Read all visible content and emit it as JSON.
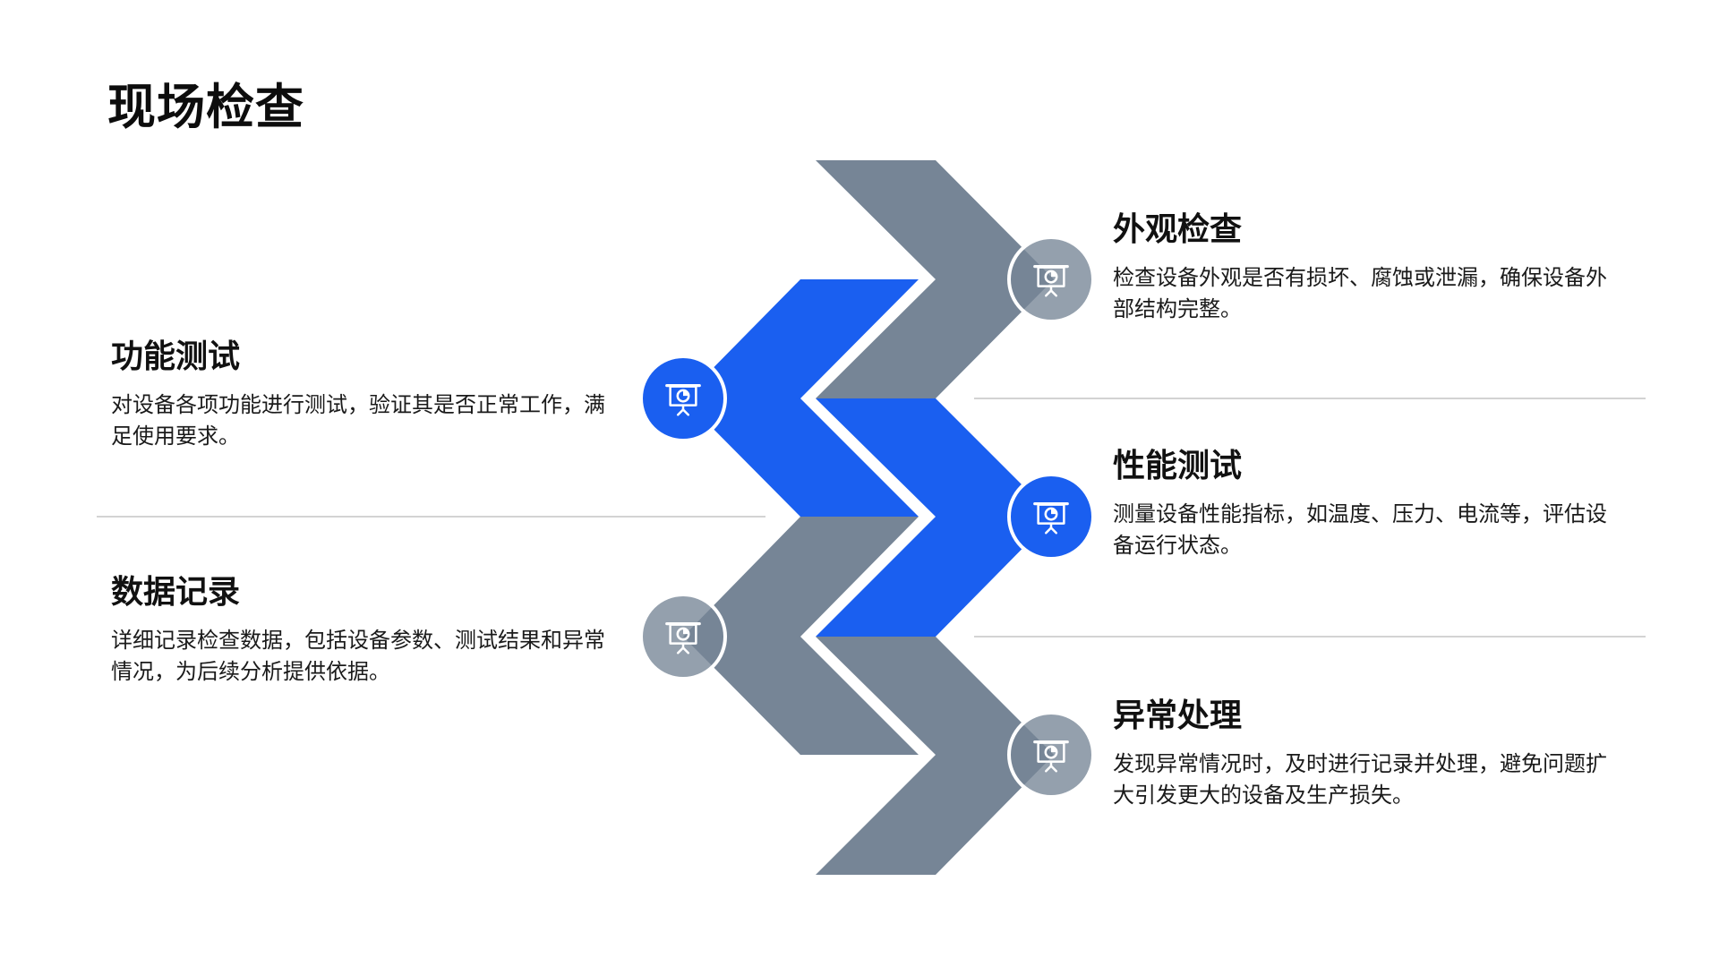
{
  "title": "现场检查",
  "colors": {
    "accent_blue": "#1A5FF0",
    "slate_gray": "#768596",
    "divider": "#D3D3D3"
  },
  "icon": "presentation-board-icon",
  "left": [
    {
      "title": "功能测试",
      "description": "对设备各项功能进行测试，验证其是否正常工作，满足使用要求。"
    },
    {
      "title": "数据记录",
      "description": "详细记录检查数据，包括设备参数、测试结果和异常情况，为后续分析提供依据。"
    }
  ],
  "right": [
    {
      "title": "外观检查",
      "description": "检查设备外观是否有损坏、腐蚀或泄漏，确保设备外部结构完整。"
    },
    {
      "title": "性能测试",
      "description": "测量设备性能指标，如温度、压力、电流等，评估设备运行状态。"
    },
    {
      "title": "异常处理",
      "description": "发现异常情况时，及时进行记录并处理，避免问题扩大引发更大的设备及生产损失。"
    }
  ]
}
